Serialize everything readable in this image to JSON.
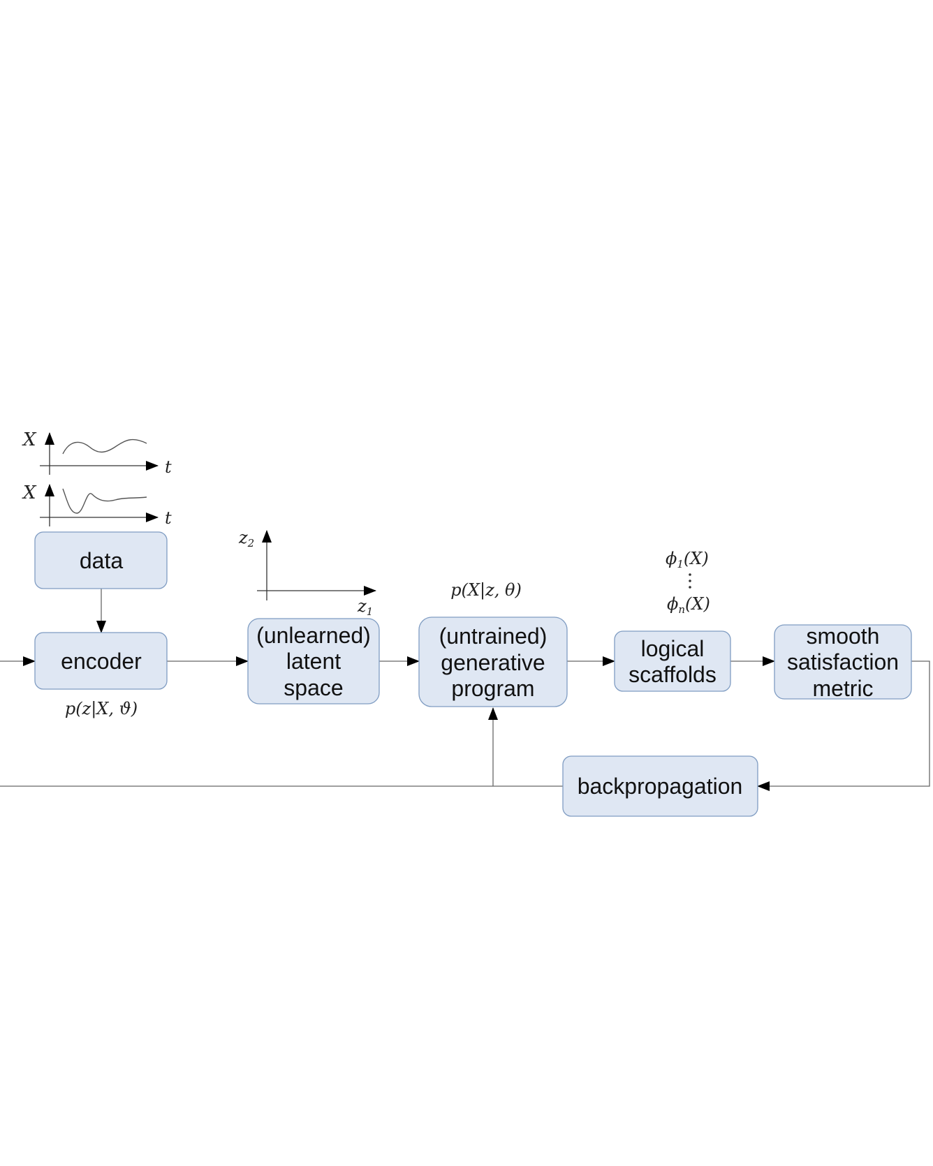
{
  "nodes": {
    "data": "data",
    "encoder": "encoder",
    "latent": [
      "(unlearned)",
      "latent",
      "space"
    ],
    "generative": [
      "(untrained)",
      "generative",
      "program"
    ],
    "scaffolds": [
      "logical",
      "scaffolds"
    ],
    "metric": [
      "smooth",
      "satisfaction",
      "metric"
    ],
    "backprop": "backpropagation"
  },
  "annotations": {
    "encoder_dist": "p(z|X, ϑ)",
    "generative_dist": "p(X|z, θ)",
    "phi_first": {
      "base": "ϕ",
      "sub": "1",
      "arg": "(X)"
    },
    "phi_last": {
      "base": "ϕ",
      "sub": "n",
      "arg": "(X)"
    }
  },
  "data_plots": {
    "y_label": "X",
    "x_label": "t"
  },
  "latent_axes": {
    "x_label": {
      "base": "z",
      "sub": "1"
    },
    "y_label": {
      "base": "z",
      "sub": "2"
    }
  }
}
